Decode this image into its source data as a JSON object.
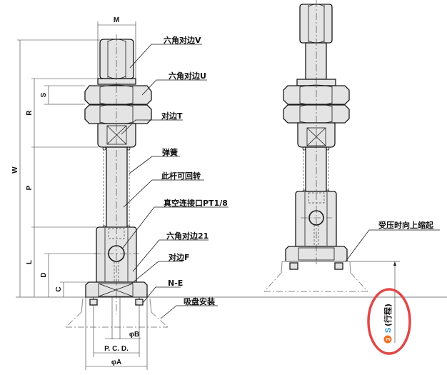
{
  "diagram": {
    "title": "",
    "left_view": {
      "callouts": [
        {
          "id": "hex-v",
          "label": "六角对边V"
        },
        {
          "id": "hex-u",
          "label": "六角对边U"
        },
        {
          "id": "flat-t",
          "label": "对边T"
        },
        {
          "id": "spring",
          "label": "弹簧"
        },
        {
          "id": "rotatable-rod",
          "label": "此杆可回转"
        },
        {
          "id": "vacuum-port",
          "label": "真空连接口PT1/8"
        },
        {
          "id": "hex-21",
          "label": "六角对边21"
        },
        {
          "id": "flat-f",
          "label": "对边F"
        },
        {
          "id": "n-e",
          "label": "N-E"
        },
        {
          "id": "suction-cup",
          "label": "吸盘安装"
        }
      ],
      "dimensions": {
        "M": "M",
        "W": "W",
        "R": "R",
        "S": "S",
        "P": "P",
        "L": "L",
        "D": "D",
        "C": "C",
        "phiB": "φB",
        "PCD": "P. C. D.",
        "phiA": "φA"
      }
    },
    "right_view": {
      "callouts": [
        {
          "id": "compress-up",
          "label": "受压时向上缩起"
        }
      ],
      "stroke_annotation": {
        "badge_number": "3",
        "symbol": "S",
        "text": "(行程)",
        "badge_color": "#f07020",
        "symbol_color": "#1e90d0",
        "highlight_color": "#e04848"
      }
    }
  }
}
